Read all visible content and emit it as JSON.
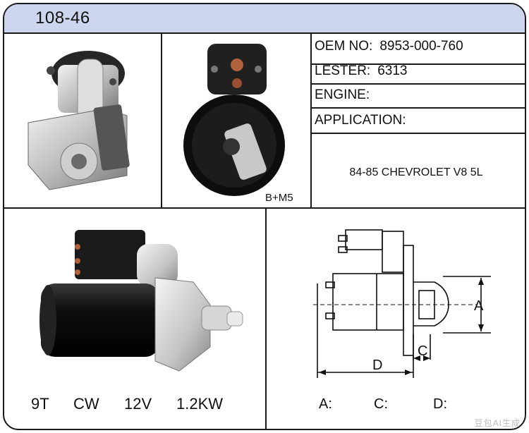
{
  "part_number": "108-46",
  "specs": {
    "oem_label": "OEM NO:",
    "oem_value": "8953-000-760",
    "lester_label": "LESTER:",
    "lester_value": "6313",
    "engine_label": "ENGINE:",
    "engine_value": "",
    "application_label": "APPLICATION:",
    "application_value": "84-85 CHEVROLET V8 5L"
  },
  "terminal_note": "B+M5",
  "ratings": {
    "teeth": "9T",
    "rotation": "CW",
    "voltage": "12V",
    "power": "1.2KW"
  },
  "dimensions": {
    "a_label": "A:",
    "c_label": "C:",
    "d_label": "D:",
    "diagram_a": "A",
    "diagram_c": "C",
    "diagram_d": "D"
  },
  "watermark": "豆包AI生成"
}
